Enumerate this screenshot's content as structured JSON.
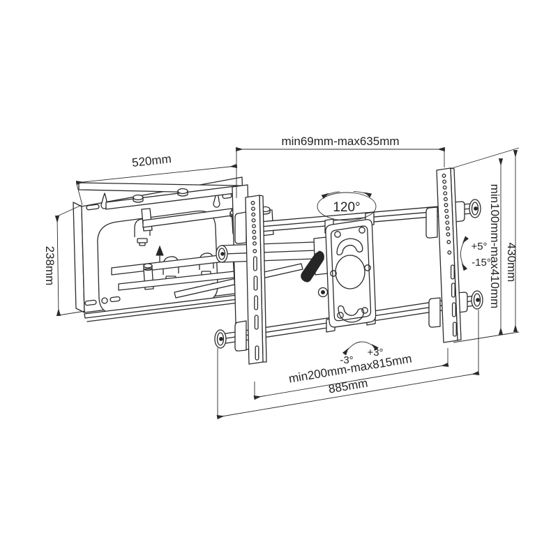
{
  "meta": {
    "drawing_type": "TV wall mount technical line drawing",
    "background_color": "#ffffff",
    "line_color": "#2a2a2a"
  },
  "labels": {
    "top_span": "min69mm-max635mm",
    "plate_width": "520mm",
    "plate_height": "238mm",
    "swivel_angle": "120°",
    "vertical_range": "min100mm-max410mm",
    "bracket_height": "430mm",
    "tilt_up": "+5°",
    "tilt_down": "-15°",
    "roll_left": "-3°",
    "roll_right": "+3°",
    "horizontal_range": "min200mm-max815mm",
    "rail_length": "885mm"
  }
}
